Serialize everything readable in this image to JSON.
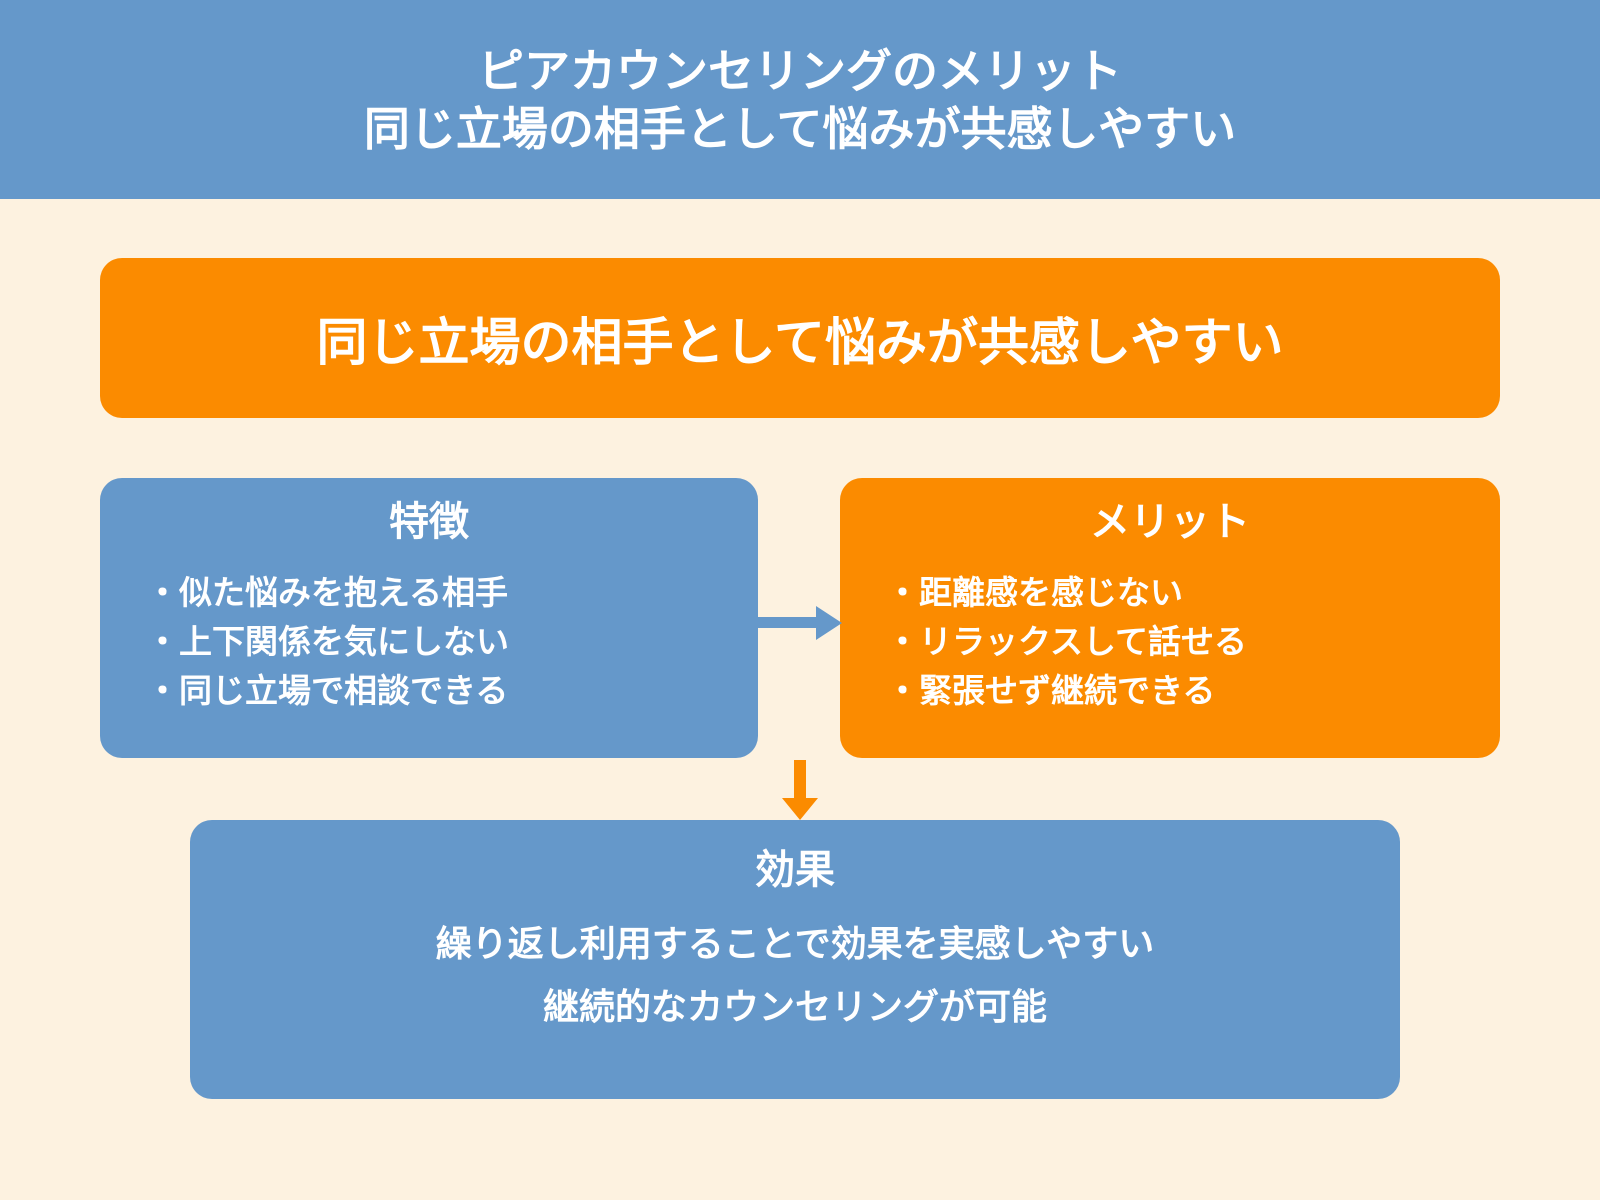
{
  "colors": {
    "blue": "#6598ca",
    "orange": "#fb8b00",
    "background_cream": "#fdf2e0",
    "text_white": "#ffffff"
  },
  "header": {
    "title_line1": "ピアカウンセリングのメリット",
    "title_line2": "同じ立場の相手として悩みが共感しやすい"
  },
  "banner": {
    "text": "同じ立場の相手として悩みが共感しやすい"
  },
  "features_box": {
    "title": "特徴",
    "items": [
      "・似た悩みを抱える相手",
      "・上下関係を気にしない",
      "・同じ立場で相談できる"
    ]
  },
  "merits_box": {
    "title": "メリット",
    "items": [
      "・距離感を感じない",
      "・リラックスして話せる",
      "・緊張せず継続できる"
    ]
  },
  "effects_box": {
    "title": "効果",
    "line1": "繰り返し利用することで効果を実感しやすい",
    "line2": "継続的なカウンセリングが可能"
  }
}
